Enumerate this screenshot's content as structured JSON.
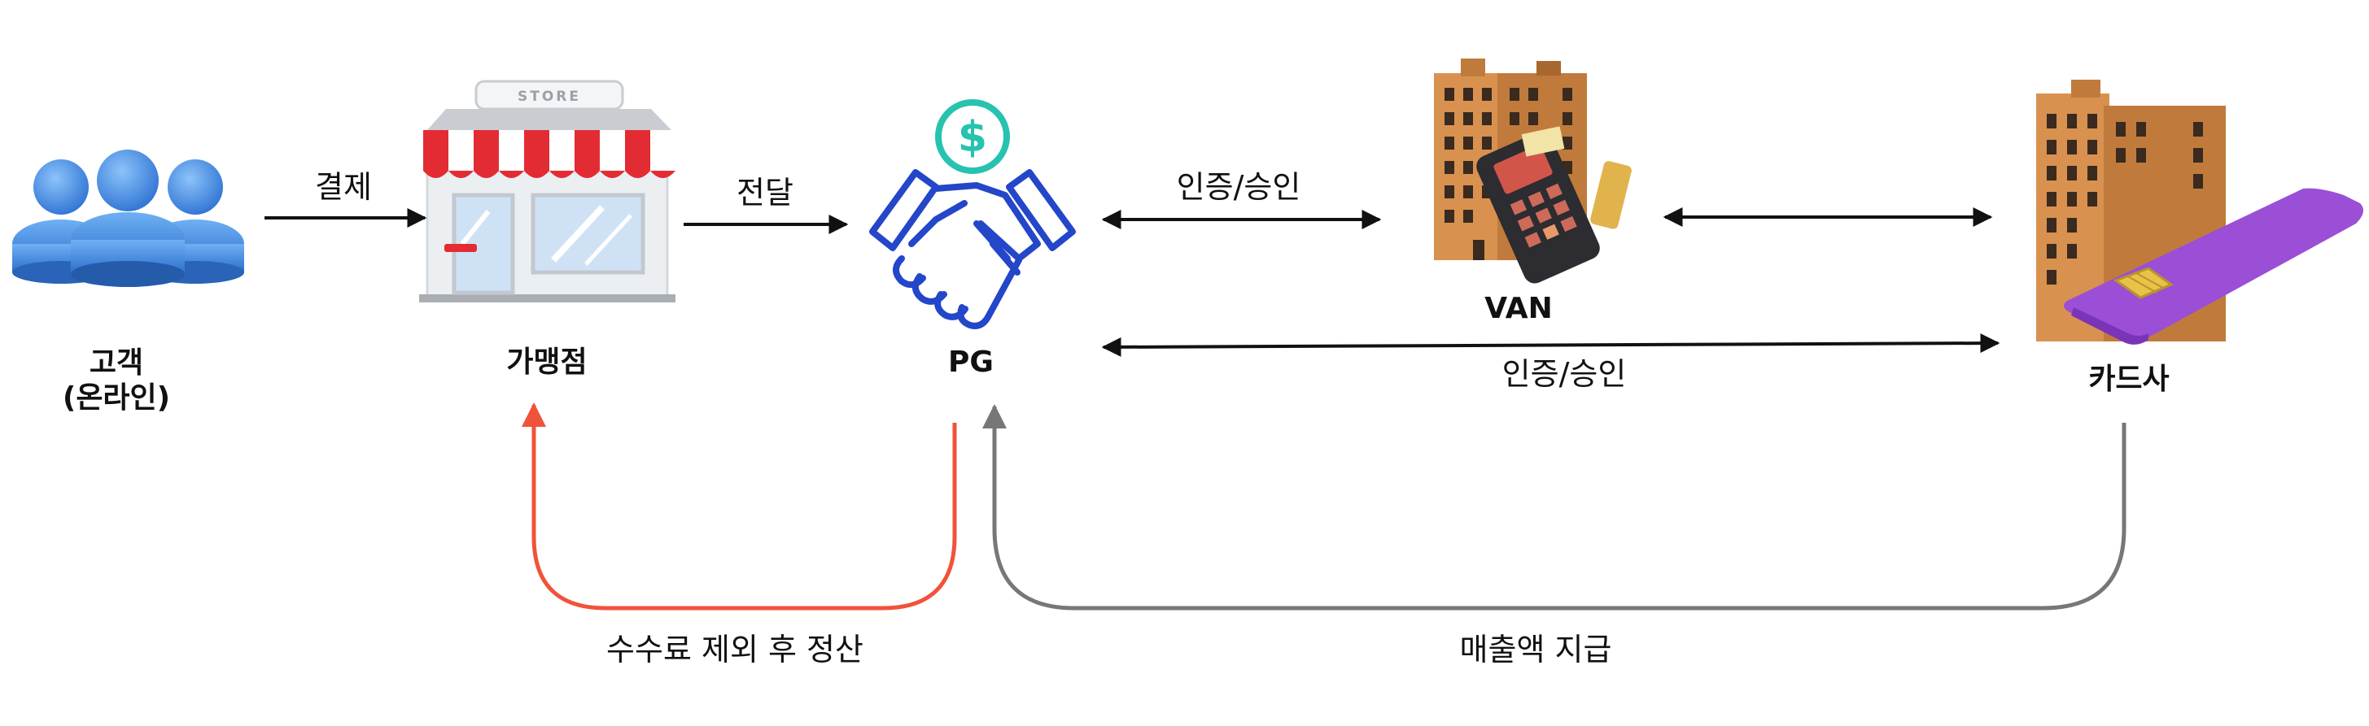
{
  "nodes": {
    "customer": {
      "label_line1": "고객",
      "label_line2": "(온라인)"
    },
    "merchant": {
      "label": "가맹점",
      "sign": "STORE"
    },
    "pg": {
      "label": "PG",
      "coin_symbol": "$"
    },
    "van": {
      "label": "VAN"
    },
    "card_company": {
      "label": "카드사"
    }
  },
  "edges": {
    "customer_to_merchant": "결제",
    "merchant_to_pg": "전달",
    "pg_van": "인증/승인",
    "pg_card": "인증/승인",
    "pg_to_merchant_settlement": "수수료 제외 후 정산",
    "card_to_pg_payment": "매출액 지급"
  },
  "colors": {
    "arrow": "#111111",
    "settlement": "#f0533a",
    "payment": "#777777",
    "people": "#3f86de",
    "awning_red": "#e32b34",
    "handshake": "#2446c9",
    "coin": "#27c2b0",
    "building": "#d9914f",
    "card": "#9a4fd6",
    "chip": "#e8c24a"
  }
}
